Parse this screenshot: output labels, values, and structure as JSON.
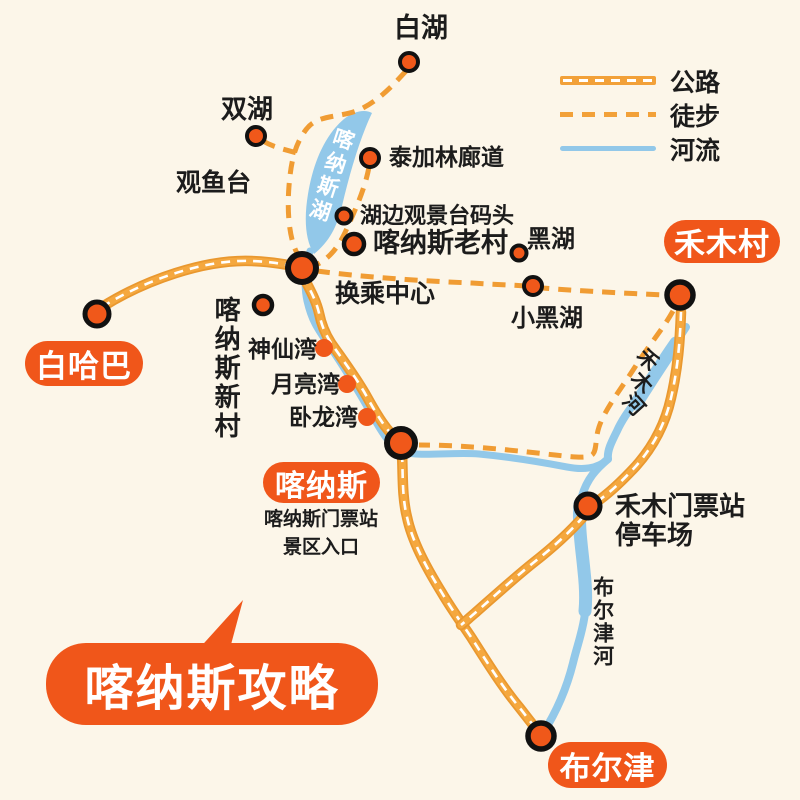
{
  "title": {
    "text": "喀纳斯攻略"
  },
  "legend": {
    "road": "公路",
    "trail": "徒步",
    "river": "河流"
  },
  "badges": {
    "baihaba": "白哈巴",
    "kanas": "喀纳斯",
    "hemu_village": "禾木村",
    "burqin": "布尔津"
  },
  "labels": {
    "white_lake": "白湖",
    "double_lake": "双湖",
    "fish_viewing_platform": "观鱼台",
    "taiga_corridor": "泰加林廊道",
    "lakeside_pier": "湖边观景台码头",
    "kanas_old_village": "喀纳斯老村",
    "transfer_center": "换乘中心",
    "black_lake": "黑湖",
    "small_black_lake": "小黑湖",
    "kanas_new_village": "喀纳斯新村",
    "fairy_bay": "神仙湾",
    "moon_bay": "月亮湾",
    "wolong_bay": "卧龙湾",
    "kanas_gate_line1": "喀纳斯门票站",
    "kanas_gate_line2": "景区入口",
    "hemu_gate_line1": "禾木门票站",
    "hemu_gate_line2": "停车场"
  },
  "waters": {
    "kanas_lake": "喀纳斯湖",
    "hemu_river": "禾木河",
    "burqin_river": "布尔津河"
  },
  "colors": {
    "background": "#FCF6E9",
    "road": "#F2A139",
    "trail": "#F09C33",
    "river": "#92C8E9",
    "marker": "#F0581A",
    "badge": "#F0561A",
    "text": "#1C1C1C"
  }
}
